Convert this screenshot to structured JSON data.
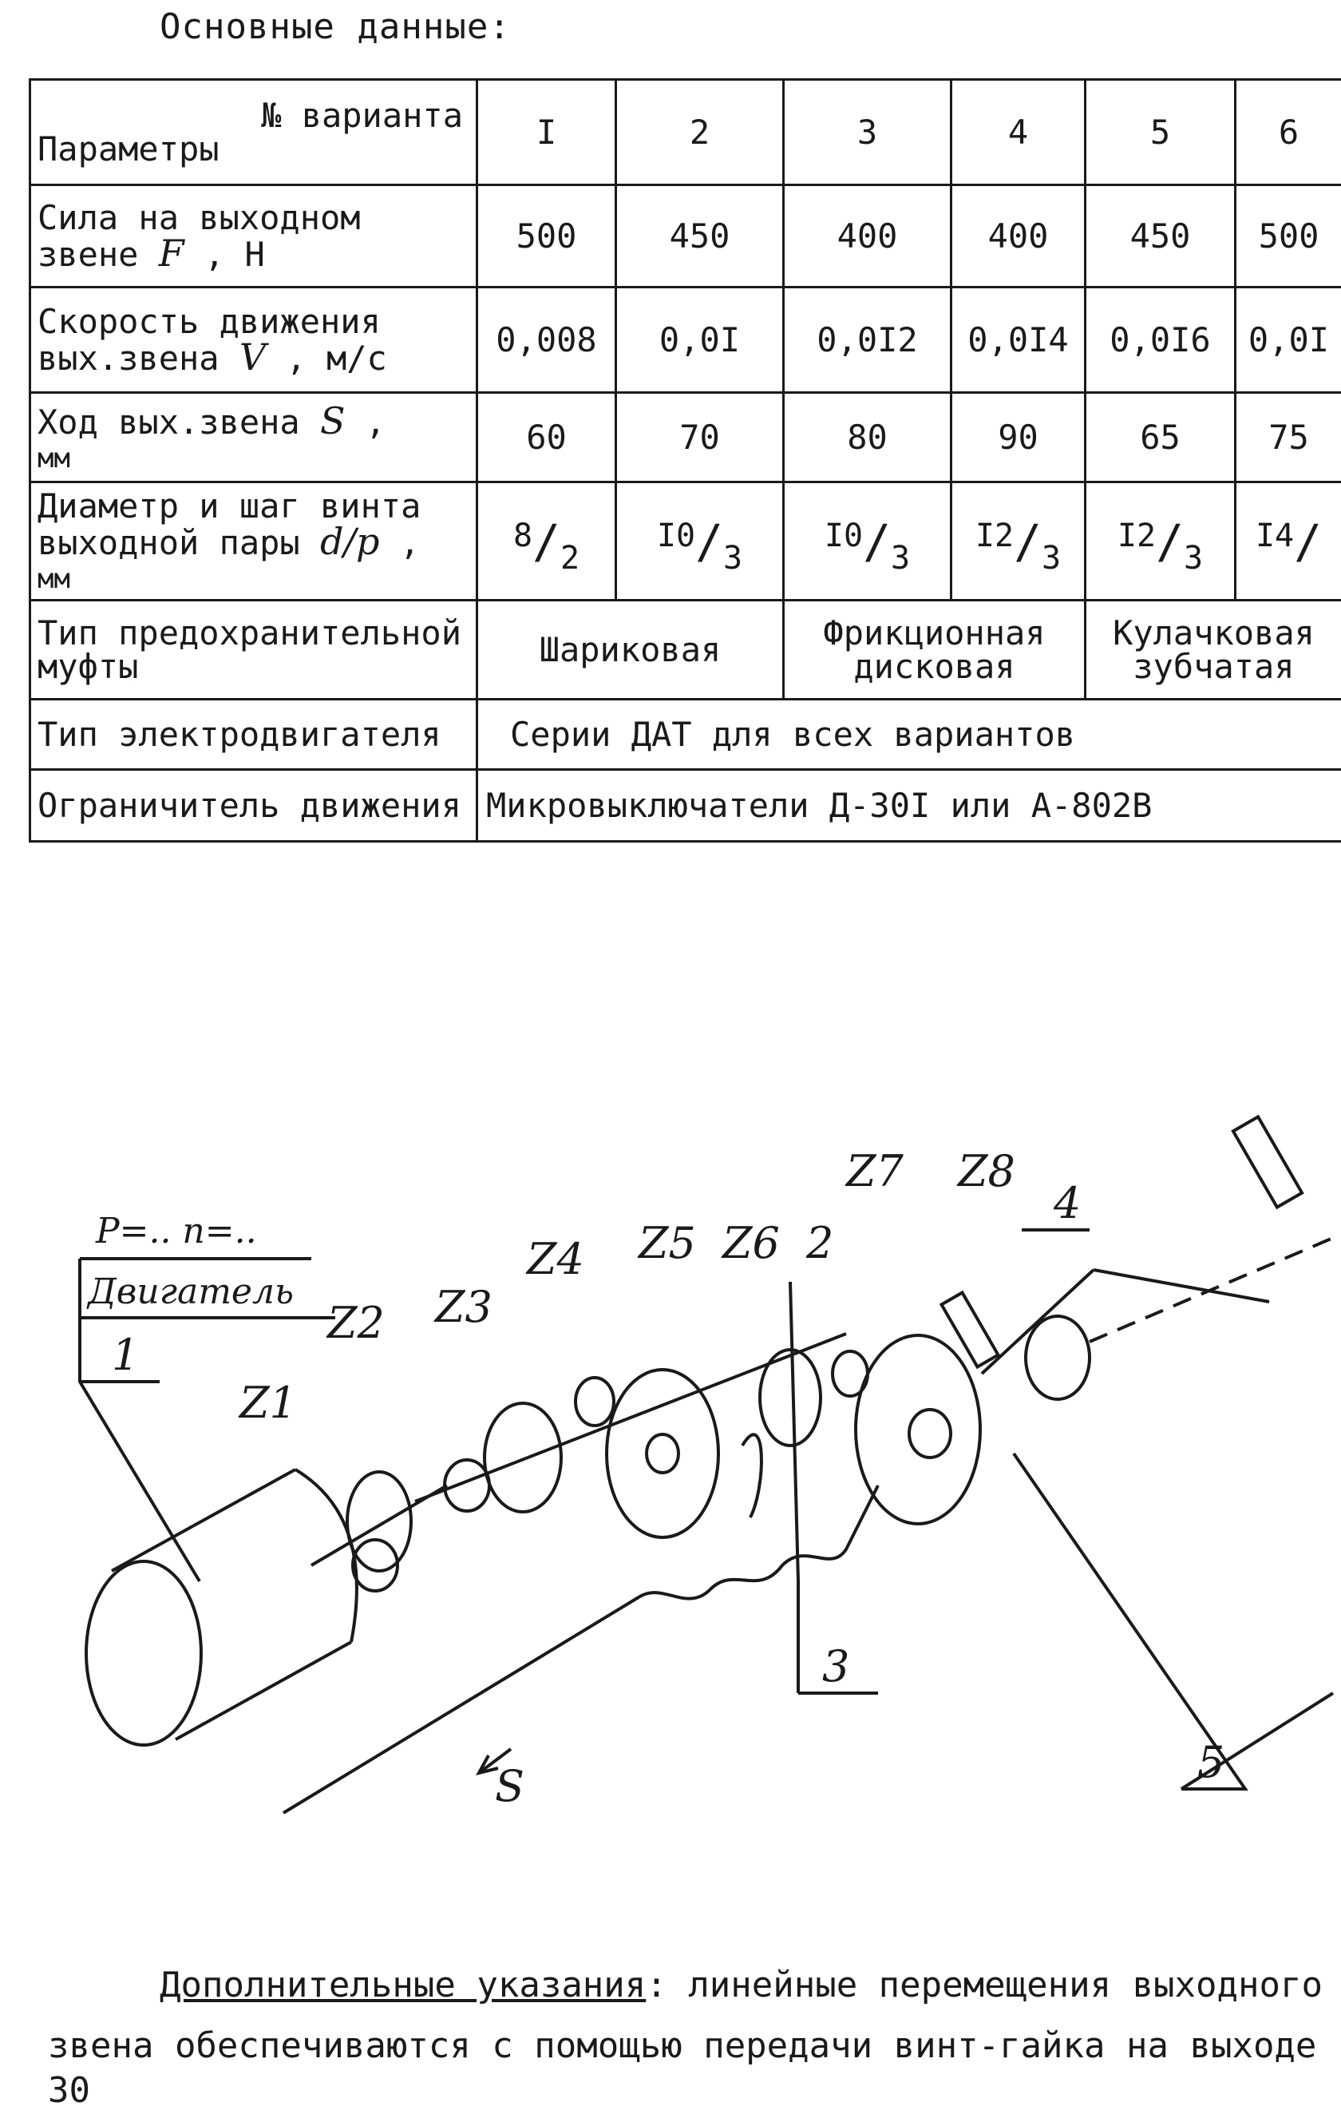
{
  "heading": "Основные данные:",
  "table": {
    "header_variant": "№ варианта",
    "header_params": "Параметры",
    "variants": [
      "I",
      "2",
      "3",
      "4",
      "5",
      "6"
    ],
    "rows": {
      "force": {
        "label_line1": "Сила на выходном",
        "label_line2_prefix": "звене",
        "var": "F",
        "unit": ", Н",
        "values": [
          "500",
          "450",
          "400",
          "400",
          "450",
          "500"
        ]
      },
      "speed": {
        "label_line1": "Скорость движения",
        "label_line2_prefix": "вых.звена",
        "var": "V",
        "unit": ", м/с",
        "values": [
          "0,008",
          "0,0I",
          "0,0I2",
          "0,0I4",
          "0,0I6",
          "0,0I"
        ]
      },
      "stroke": {
        "label_line1_prefix": "Ход вых.звена",
        "var": "S",
        "unit": ",",
        "label_line2": "мм",
        "values": [
          "60",
          "70",
          "80",
          "90",
          "65",
          "75"
        ]
      },
      "screw": {
        "label_line1": "Диаметр и шаг винта",
        "label_line2_prefix": "выходной пары",
        "var": "d/p",
        "unit": ",",
        "label_line3": "мм",
        "values": [
          {
            "d": "8",
            "p": "2"
          },
          {
            "d": "I0",
            "p": "3"
          },
          {
            "d": "I0",
            "p": "3"
          },
          {
            "d": "I2",
            "p": "3"
          },
          {
            "d": "I2",
            "p": "3"
          },
          {
            "d": "I4",
            "p": ""
          }
        ]
      },
      "clutch": {
        "label_line1": "Тип предохранительной",
        "label_line2": "муфты",
        "groups": [
          "Шариковая",
          "Фрикционная дисковая",
          "Кулачковая зубчатая"
        ]
      },
      "motor": {
        "label": "Тип электродвигателя",
        "value": "Серии ДАТ для всех вариантов"
      },
      "limiter": {
        "label": "Ограничитель движения",
        "value": "Микровыключатели Д-30I или А-802В"
      }
    }
  },
  "diagram": {
    "labels": {
      "p_n": "P=.. n=..",
      "motor": "Двигатель",
      "n1": "1",
      "n2": "2",
      "n3": "3",
      "n4": "4",
      "n5": "5",
      "z1": "Z1",
      "z2": "Z2",
      "z3": "Z3",
      "z4": "Z4",
      "z5": "Z5",
      "z6": "Z6",
      "z7": "Z7",
      "z8": "Z8",
      "s": "S"
    }
  },
  "note": {
    "lead": "Дополнительные указания",
    "text": ": линейные перемещения выходного звена обеспечиваются с помощью передачи винт-гайка на выходе"
  },
  "page_number": "30"
}
